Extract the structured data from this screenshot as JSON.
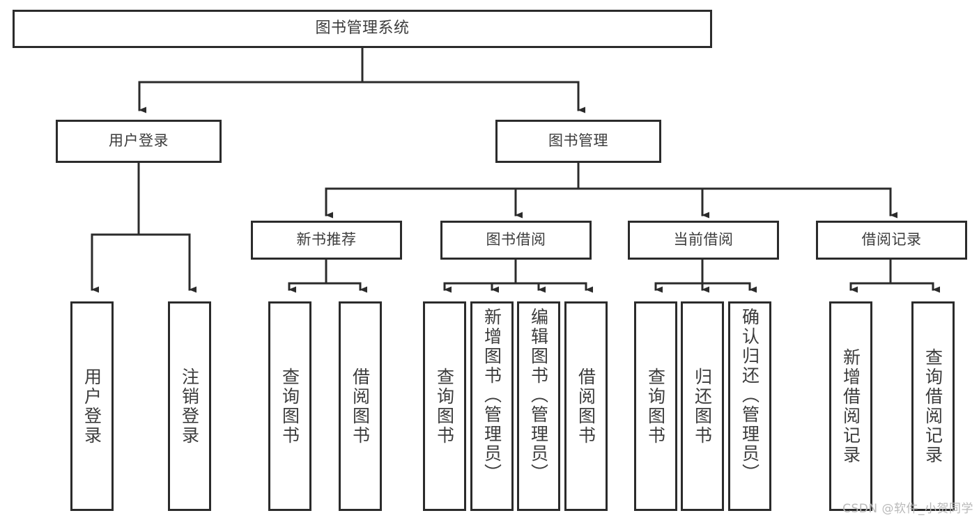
{
  "diagram": {
    "title": "图书管理系统",
    "type": "hierarchy-tree",
    "background_color": "#ffffff",
    "box_border_color": "#2b2b2b",
    "text_color": "#3c3c3c",
    "connector_color": "#2b2b2b",
    "watermark": "CSDN @软件_小贺同学",
    "watermark_color": "#b9b9b9",
    "levels": 4,
    "nodes": {
      "root": {
        "label": "图书管理系统",
        "level": 0,
        "orientation": "horizontal"
      },
      "l1": [
        {
          "label": "用户登录",
          "level": 1,
          "orientation": "horizontal"
        },
        {
          "label": "图书管理",
          "level": 1,
          "orientation": "horizontal"
        }
      ],
      "l2": [
        {
          "label": "新书推荐",
          "level": 2,
          "orientation": "horizontal",
          "parent": "图书管理"
        },
        {
          "label": "图书借阅",
          "level": 2,
          "orientation": "horizontal",
          "parent": "图书管理"
        },
        {
          "label": "当前借阅",
          "level": 2,
          "orientation": "horizontal",
          "parent": "图书管理"
        },
        {
          "label": "借阅记录",
          "level": 2,
          "orientation": "horizontal",
          "parent": "图书管理"
        }
      ],
      "leaves": [
        {
          "label": "用户登录",
          "parent": "用户登录",
          "orientation": "vertical"
        },
        {
          "label": "注销登录",
          "parent": "用户登录",
          "orientation": "vertical"
        },
        {
          "label": "查询图书",
          "parent": "新书推荐",
          "orientation": "vertical"
        },
        {
          "label": "借阅图书",
          "parent": "新书推荐",
          "orientation": "vertical"
        },
        {
          "label": "查询图书",
          "parent": "图书借阅",
          "orientation": "vertical"
        },
        {
          "label": "新增图书（管理员）",
          "parent": "图书借阅",
          "orientation": "vertical"
        },
        {
          "label": "编辑图书（管理员）",
          "parent": "图书借阅",
          "orientation": "vertical"
        },
        {
          "label": "借阅图书",
          "parent": "图书借阅",
          "orientation": "vertical"
        },
        {
          "label": "查询图书",
          "parent": "当前借阅",
          "orientation": "vertical"
        },
        {
          "label": "归还图书",
          "parent": "当前借阅",
          "orientation": "vertical"
        },
        {
          "label": "确认归还（管理员）",
          "parent": "当前借阅",
          "orientation": "vertical"
        },
        {
          "label": "新增借阅记录",
          "parent": "借阅记录",
          "orientation": "vertical"
        },
        {
          "label": "查询借阅记录",
          "parent": "借阅记录",
          "orientation": "vertical"
        }
      ]
    }
  }
}
